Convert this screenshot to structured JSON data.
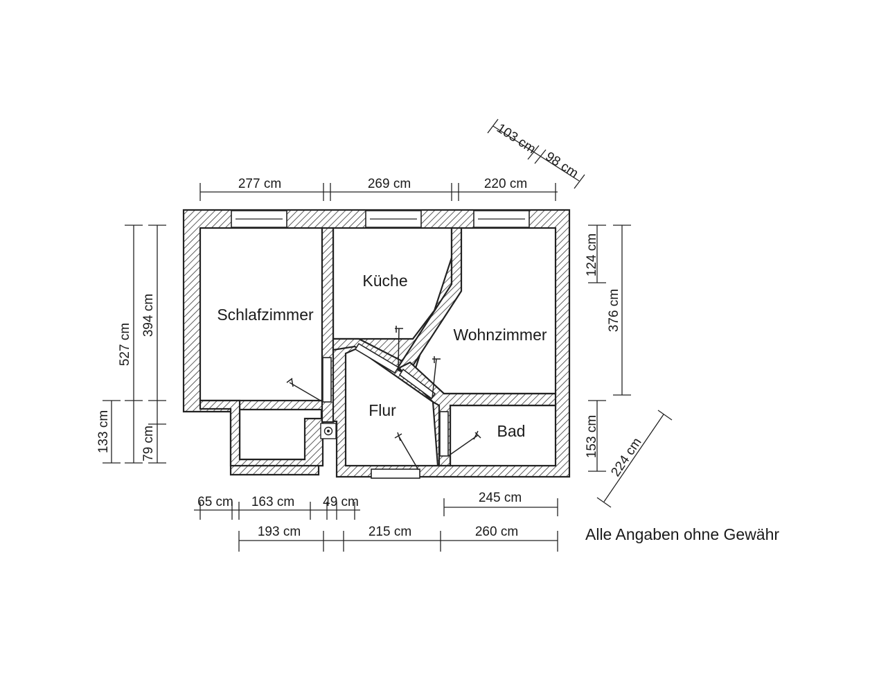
{
  "rooms": {
    "schlafzimmer": "Schlafzimmer",
    "kueche": "Küche",
    "wohnzimmer": "Wohnzimmer",
    "flur": "Flur",
    "bad": "Bad"
  },
  "dimensions": {
    "top_277": "277 cm",
    "top_269": "269 cm",
    "top_220": "220 cm",
    "diag_103": "103 cm",
    "diag_98": "98 cm",
    "left_527": "527 cm",
    "left_394": "394 cm",
    "left_133": "133 cm",
    "left_79": "79 cm",
    "right_124": "124 cm",
    "right_376": "376 cm",
    "right_153": "153 cm",
    "right_224": "224 cm",
    "bottom_65": "65 cm",
    "bottom_163": "163 cm",
    "bottom_49": "49 cm",
    "bottom_245": "245 cm",
    "bottom_193": "193 cm",
    "bottom_215": "215 cm",
    "bottom_260": "260 cm"
  },
  "note": "Alle Angaben ohne Gewähr"
}
